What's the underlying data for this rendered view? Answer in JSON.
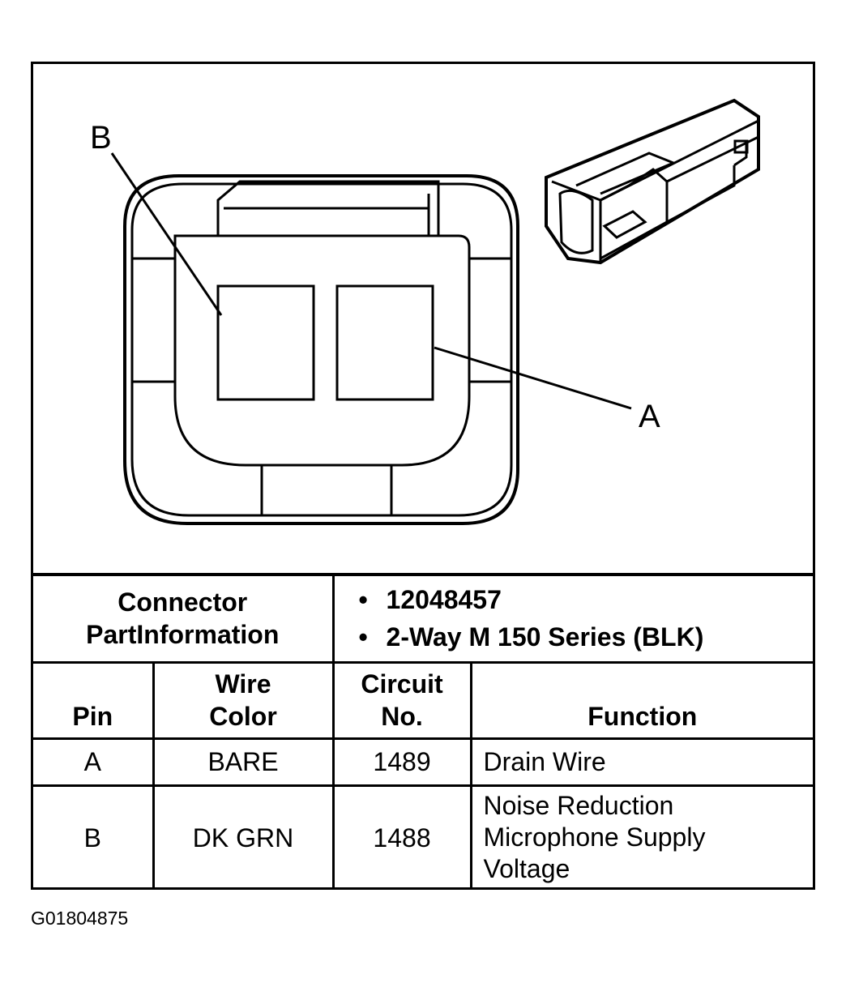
{
  "diagram": {
    "label_b": "B",
    "label_a": "A"
  },
  "table": {
    "part_info_label_line1": "Connector",
    "part_info_label_line2": "PartInformation",
    "part_info_items": [
      "12048457",
      "2-Way M 150 Series (BLK)"
    ],
    "headers": {
      "pin": "Pin",
      "wire_color_line1": "Wire",
      "wire_color_line2": "Color",
      "circuit_line1": "Circuit",
      "circuit_line2": "No.",
      "function": "Function"
    },
    "rows": [
      {
        "pin": "A",
        "wire_color": "BARE",
        "circuit": "1489",
        "function_lines": [
          "Drain Wire"
        ]
      },
      {
        "pin": "B",
        "wire_color": "DK GRN",
        "circuit": "1488",
        "function_lines": [
          "Noise Reduction",
          "Microphone Supply",
          "Voltage"
        ]
      }
    ]
  },
  "figure_code": "G01804875"
}
